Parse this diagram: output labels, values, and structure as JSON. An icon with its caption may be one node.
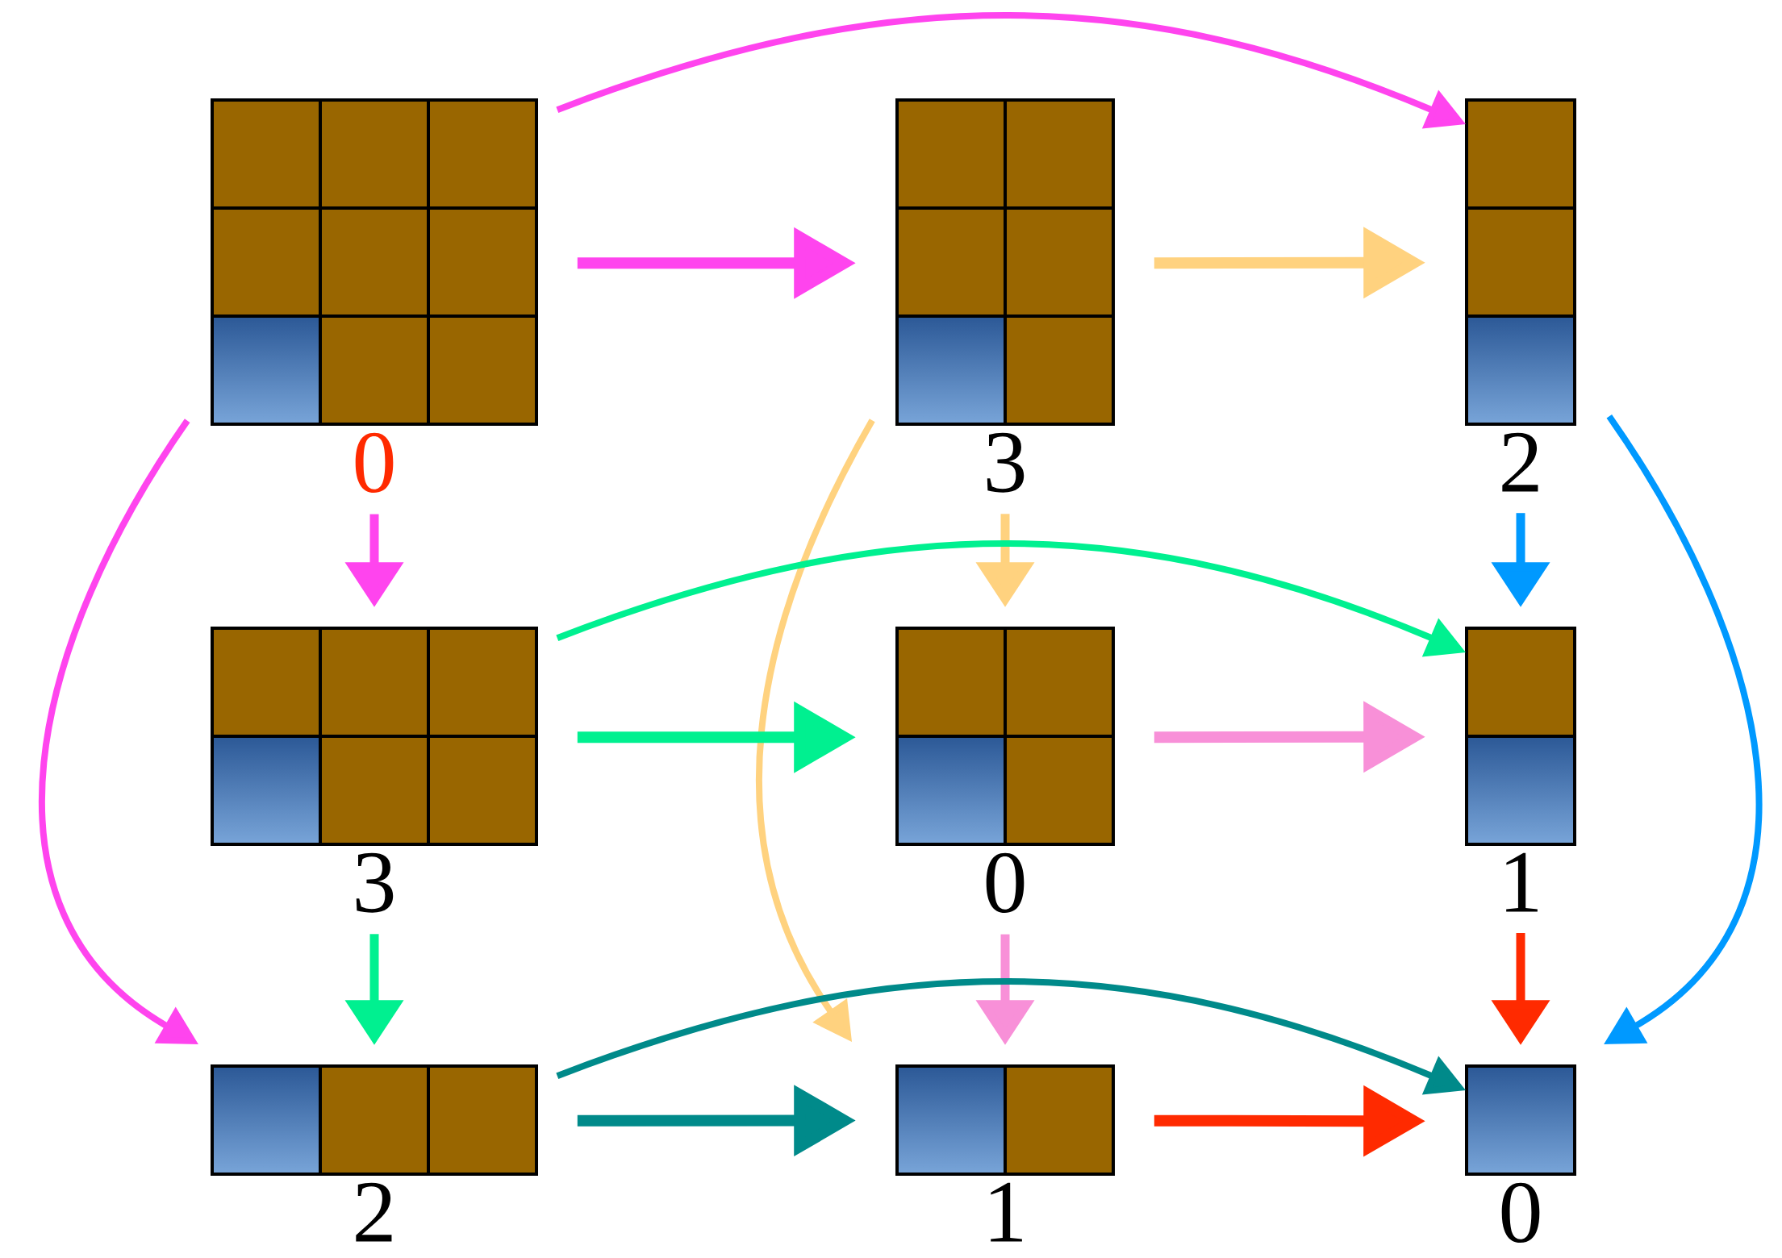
{
  "diagram": {
    "nodes": [
      {
        "text": [
          "0"
        ]
      },
      {
        "text": [
          "3"
        ]
      },
      {
        "text": [
          "2"
        ]
      },
      {
        "text": [
          "3"
        ]
      },
      {
        "text": [
          "0"
        ]
      },
      {
        "text": [
          "1"
        ]
      },
      {
        "text": [
          "2"
        ]
      },
      {
        "text": [
          "1"
        ]
      },
      {
        "text": [
          "0"
        ]
      }
    ],
    "edges": [
      {
        "from": 0,
        "to": 1,
        "arrow": "to",
        "color": "#ff44ee"
      },
      {
        "from": 0,
        "to": 2,
        "arrow": "to",
        "color": "#ff44ee"
      },
      {
        "from": 0,
        "to": 3,
        "arrow": "to",
        "color": "#ff44ee"
      },
      {
        "from": 0,
        "to": 6,
        "arrow": "to",
        "color": "#ff44ee"
      },
      {
        "from": 1,
        "to": 2,
        "arrow": "to",
        "color": "#ffd27f"
      },
      {
        "from": 1,
        "to": 4,
        "arrow": "to",
        "color": "#ffd27f"
      },
      {
        "from": 1,
        "to": 7,
        "arrow": "to",
        "color": "#ffd27f"
      },
      {
        "from": 2,
        "to": 5,
        "arrow": "to",
        "color": "#0099ff"
      },
      {
        "from": 2,
        "to": 8,
        "arrow": "to",
        "color": "#0099ff"
      },
      {
        "from": 3,
        "to": 4,
        "arrow": "to",
        "color": "#00f090"
      },
      {
        "from": 3,
        "to": 5,
        "arrow": "to",
        "color": "#00f090"
      },
      {
        "from": 3,
        "to": 6,
        "arrow": "to",
        "color": "#00f090"
      },
      {
        "from": 4,
        "to": 5,
        "arrow": "to",
        "color": "#f890d8"
      },
      {
        "from": 4,
        "to": 7,
        "arrow": "to",
        "color": "#f890d8"
      },
      {
        "from": 5,
        "to": 8,
        "arrow": "to",
        "color": "#ff2a00"
      },
      {
        "from": 6,
        "to": 7,
        "arrow": "to",
        "color": "#008a8a"
      },
      {
        "from": 6,
        "to": 8,
        "arrow": "to",
        "color": "#008a8a"
      },
      {
        "from": 7,
        "to": 8,
        "arrow": "to",
        "color": "#ff2a00"
      }
    ]
  }
}
